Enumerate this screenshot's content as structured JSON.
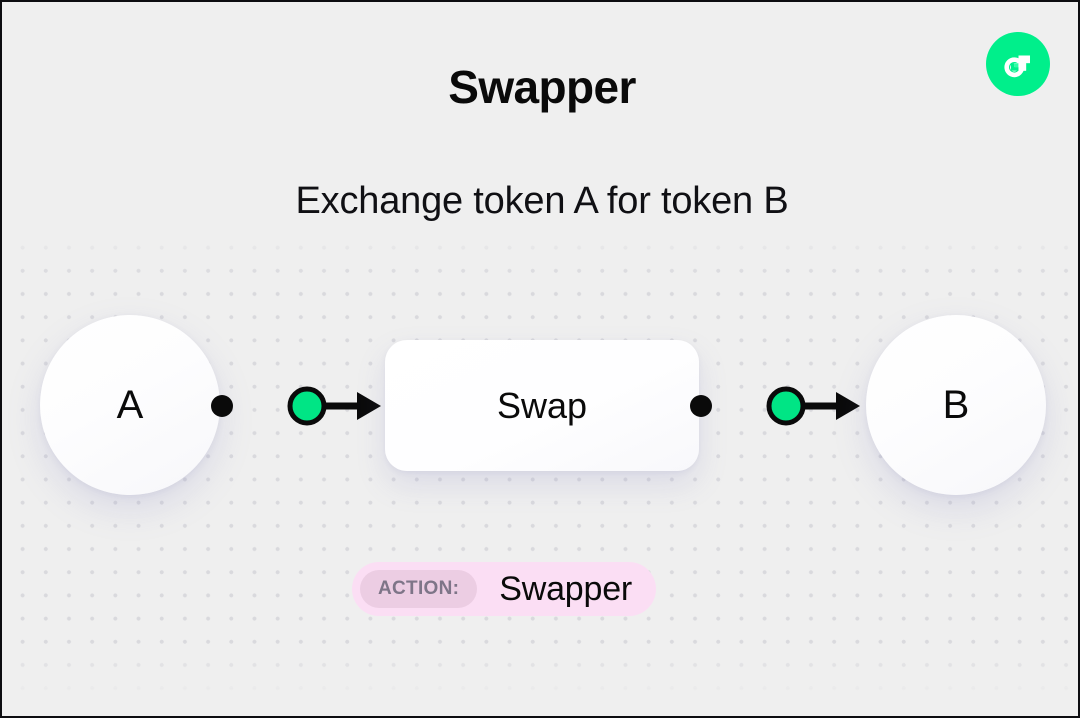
{
  "header": {
    "title": "Swapper",
    "subtitle": "Exchange token A for token B",
    "logo_icon": "flow-logo-icon"
  },
  "diagram": {
    "source_node": {
      "label": "A",
      "icon": "token-circle-icon"
    },
    "process_node": {
      "label": "Swap"
    },
    "target_node": {
      "label": "B",
      "icon": "token-circle-icon"
    },
    "connectors": [
      {
        "name": "a-to-swap",
        "start_icon": "dot-icon",
        "mid_icon": "green-node-icon",
        "end_icon": "arrowhead-icon"
      },
      {
        "name": "swap-to-b",
        "start_icon": "dot-icon",
        "mid_icon": "green-node-icon",
        "end_icon": "arrowhead-icon"
      }
    ]
  },
  "action_badge": {
    "key": "ACTION:",
    "value": "Swapper"
  },
  "colors": {
    "background": "#efefef",
    "accent_green": "#00ef8b",
    "node_green": "#00e585",
    "badge_pink": "#fbdef4",
    "badge_key_pink": "#eccde3",
    "stroke_black": "#0a0a0a",
    "dot_grid": "#d9d9dd"
  }
}
